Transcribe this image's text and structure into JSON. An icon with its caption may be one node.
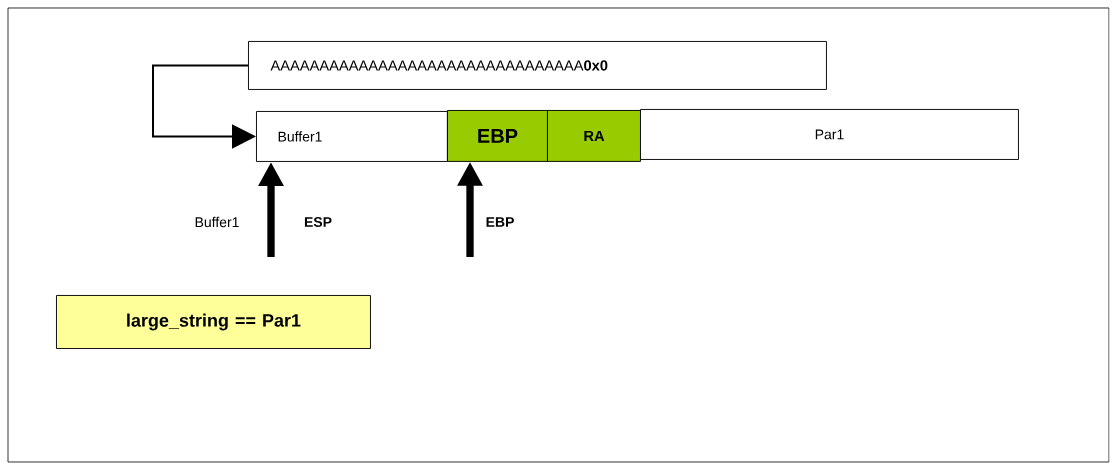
{
  "diagram": {
    "nodes": [
      {
        "text": [
          "AAAAAAAAAAAAAAAAAAAAAAAAAAAAAAAA**0x0**"
        ]
      },
      {
        "text": [
          "Buffer1"
        ]
      },
      {
        "text": [
          "EBP"
        ]
      },
      {
        "text": [
          "RA"
        ]
      },
      {
        "text": [
          "Par1"
        ]
      },
      {
        "text": [
          "large_string == Par1"
        ]
      }
    ],
    "edges": [
      {
        "from": 0,
        "to": 1,
        "arrow": "to"
      },
      {
        "from": null,
        "to": 1,
        "arrow": "to"
      },
      {
        "from": null,
        "to": 2,
        "arrow": "to"
      }
    ],
    "labels": [
      "Buffer1",
      "ESP",
      "EBP"
    ]
  }
}
